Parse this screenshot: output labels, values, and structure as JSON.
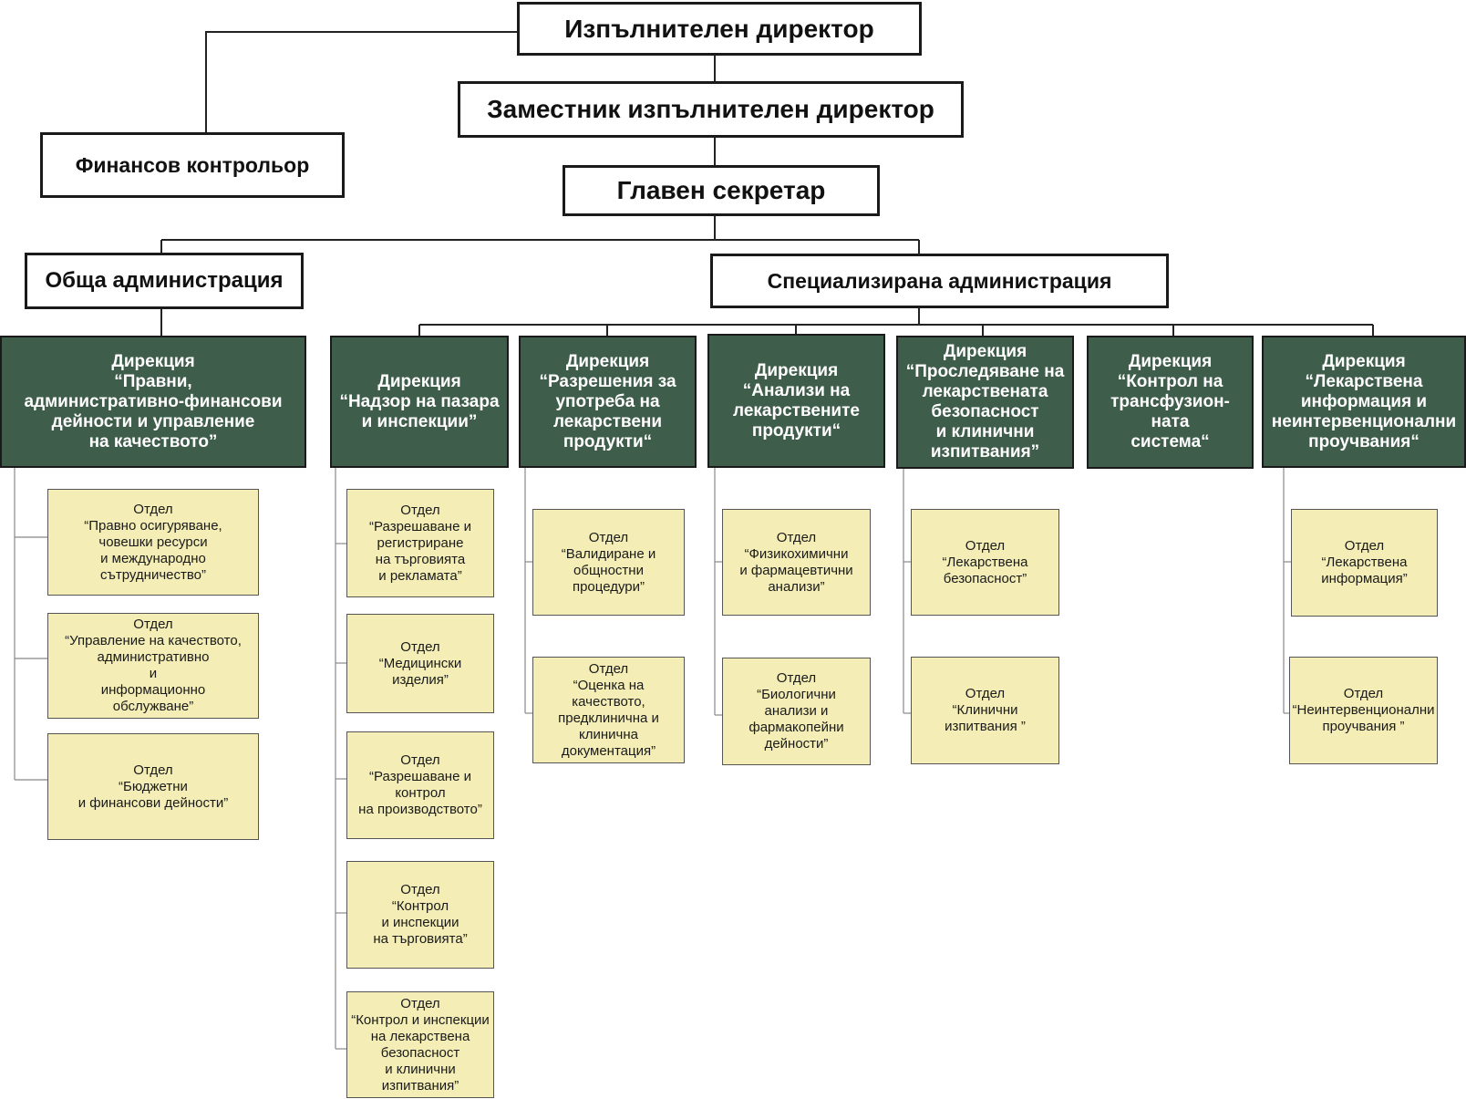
{
  "top": {
    "executive_director": "Изпълнителен директор",
    "deputy_director": "Заместник изпълнителен директор",
    "financial_controller": "Финансов контрольор",
    "chief_secretary": "Главен секретар",
    "general_admin": "Обща администрация",
    "specialized_admin": "Специализирана администрация"
  },
  "directorates": [
    {
      "title": "Дирекция\n“Правни,\nадминистративно-финансови\nдейности и управление\nна качеството”",
      "departments": [
        "Отдел\n“Правно осигуряване,\nчовешки ресурси\nи международно\nсътрудничество”",
        "Отдел\n“Управление на качеството,\nадминистративно\nи\nинформационно\nобслужване”",
        "Отдел\n“Бюджетни\nи финансови дейности”"
      ]
    },
    {
      "title": "Дирекция\n“Надзор на пазара\nи инспекции”",
      "departments": [
        "Отдел\n“Разрешаване и\nрегистриране\nна търговията\nи рекламата”",
        "Отдел\n“Медицински\nизделия”",
        "Отдел\n“Разрешаване и\nконтрол\nна производството”",
        "Отдел\n“Контрол\nи инспекции\nна търговията”",
        "Отдел\n“Контрол и инспекции\nна лекарствена\nбезопасност\nи клинични\nизпитвания”"
      ]
    },
    {
      "title": "Дирекция\n“Разрешения за\nупотреба на\nлекарствени\nпродукти“",
      "departments": [
        "Отдел\n“Валидиране и\nобщностни\nпроцедури”",
        "Отдел\n“Оценка на качеството,\nпредклинична и\nклинична\nдокументация”"
      ]
    },
    {
      "title": "Дирекция\n“Анализи на\nлекарствените\nпродукти“",
      "departments": [
        "Отдел\n“Физикохимични\nи фармацевтични\nанализи”",
        "Отдел\n“Биологични\nанализи и\nфармакопейни\nдейности”"
      ]
    },
    {
      "title": "Дирекция\n“Проследяване на\nлекарствената\nбезопасност\nи клинични\nизпитвания”",
      "departments": [
        "Отдел\n“Лекарствена\nбезопасност”",
        "Отдел\n“Клинични\nизпитвания ”"
      ]
    },
    {
      "title": "Дирекция\n“Контрол на\nтрансфузион-\nната\nсистема“",
      "departments": []
    },
    {
      "title": "Дирекция\n“Лекарствена\nинформация и\nнеинтервенционални\nпроучвания“",
      "departments": [
        "Отдел\n“Лекарствена\nинформация”",
        "Отдел\n“Неинтервенционални\nпроучвания ”"
      ]
    }
  ]
}
